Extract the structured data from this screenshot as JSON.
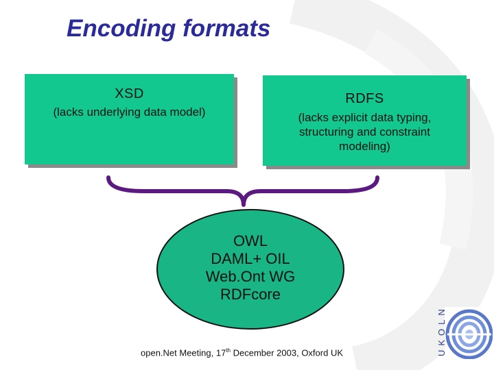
{
  "slide": {
    "title": "Encoding formats",
    "boxes": {
      "xsd": {
        "name": "XSD",
        "note": "(lacks underlying data model)"
      },
      "rdfs": {
        "name": "RDFS",
        "note": "(lacks explicit data typing, structuring and constraint modeling)"
      }
    },
    "result": {
      "items": [
        "OWL",
        "DAML+ OIL",
        "Web.Ont WG",
        "RDFcore"
      ]
    },
    "footer": {
      "prefix": "open.Net Meeting, 17",
      "superscript": "th",
      "suffix": " December 2003, Oxford UK"
    },
    "logo": {
      "text": "UKOLN"
    }
  },
  "colors": {
    "title": "#2a2a9a",
    "box_fill": "#13c88f",
    "ellipse_fill": "#19b584",
    "brace": "#5a1a80",
    "logo": "#2d3f86"
  }
}
